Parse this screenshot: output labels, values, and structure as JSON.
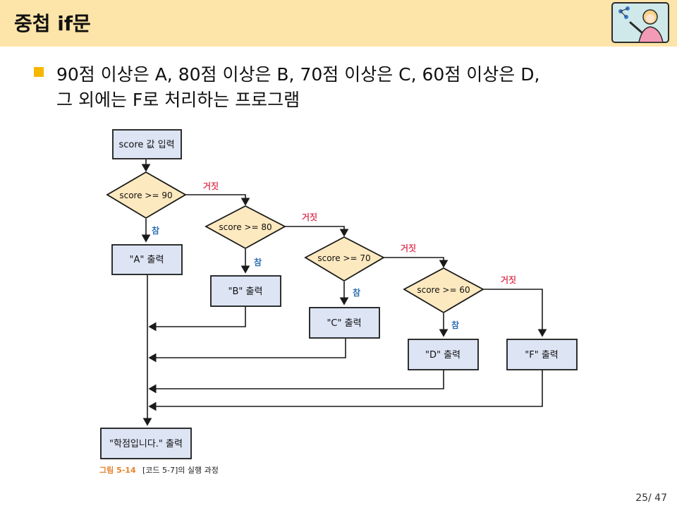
{
  "header": {
    "title": "중첩 if문",
    "avatar_icon": "presenter-avatar-icon"
  },
  "body": {
    "line1": "90점 이상은 A, 80점 이상은 B, 70점 이상은 C, 60점 이상은 D,",
    "line2": "그 외에는 F로 처리하는 프로그램"
  },
  "flowchart": {
    "input_box": "score 값 입력",
    "cond1": "score >= 90",
    "cond2": "score >= 80",
    "cond3": "score >= 70",
    "cond4": "score >= 60",
    "out_a": "\"A\" 출력",
    "out_b": "\"B\" 출력",
    "out_c": "\"C\" 출력",
    "out_d": "\"D\" 출력",
    "out_f": "\"F\" 출력",
    "end_box": "\"학점입니다.\" 출력",
    "true_label": "참",
    "false_label": "거짓",
    "caption_num": "그림 5-14",
    "caption_text": "[코드 5-7]의 실행 과정",
    "colors": {
      "box_fill": "#dde4f4",
      "diamond_fill": "#fde9bf",
      "true_color": "#2f6fb0",
      "false_color": "#e0405a",
      "caption_color": "#e8822a"
    }
  },
  "footer": {
    "page": "25/ 47"
  }
}
